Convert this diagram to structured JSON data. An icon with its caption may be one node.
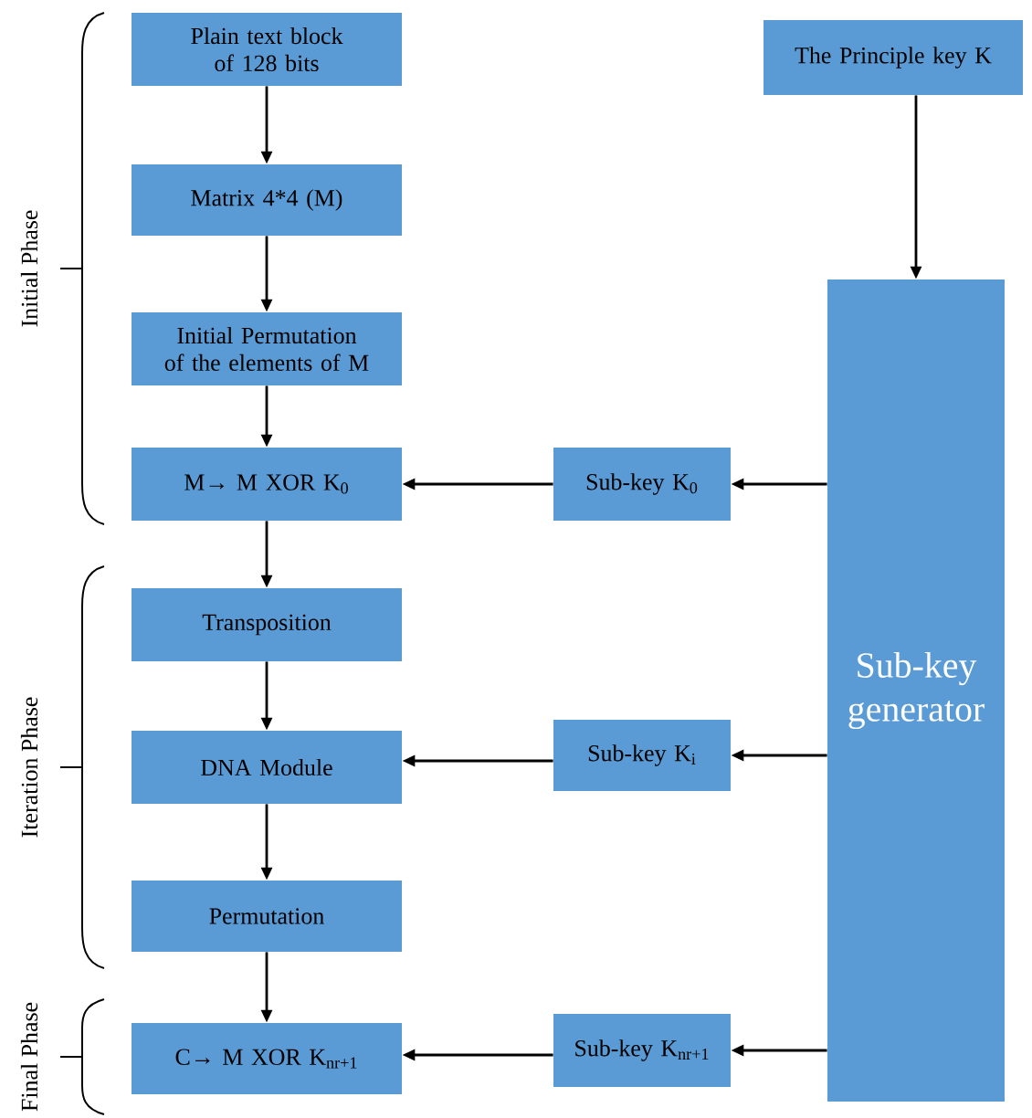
{
  "diagram": {
    "nodes": [
      {
        "text": [
          "Plain text block of 128 bits"
        ]
      },
      {
        "text": [
          "Matrix 4*4 (M)"
        ]
      },
      {
        "text": [
          "Initial Permutation of the elements of M"
        ]
      },
      {
        "text": [
          "M→ M XOR K$_{0}$"
        ]
      },
      {
        "text": [
          "Transposition"
        ]
      },
      {
        "text": [
          "DNA Module"
        ]
      },
      {
        "text": [
          "Permutation"
        ]
      },
      {
        "text": [
          "C→ M XOR K$_{nr+1}$"
        ]
      },
      {
        "text": [
          "The Principle key K"
        ]
      },
      {
        "text": [
          "Sub-key generator"
        ]
      },
      {
        "text": [
          "Sub-key K$_{0}$"
        ]
      },
      {
        "text": [
          "Sub-key K$_{i}$"
        ]
      },
      {
        "text": [
          "Sub-key K$_{nr+1}$"
        ]
      }
    ],
    "edges": [
      {
        "from": 0,
        "to": 1,
        "arrow": "to"
      },
      {
        "from": 1,
        "to": 2,
        "arrow": "to"
      },
      {
        "from": 2,
        "to": 3,
        "arrow": "to"
      },
      {
        "from": 3,
        "to": 4,
        "arrow": "to"
      },
      {
        "from": 4,
        "to": 5,
        "arrow": "to"
      },
      {
        "from": 5,
        "to": 6,
        "arrow": "to"
      },
      {
        "from": 6,
        "to": 7,
        "arrow": "to"
      },
      {
        "from": 8,
        "to": 9,
        "arrow": "to"
      },
      {
        "from": 9,
        "to": 10,
        "arrow": "to"
      },
      {
        "from": 10,
        "to": 3,
        "arrow": "to"
      },
      {
        "from": 9,
        "to": 11,
        "arrow": "to"
      },
      {
        "from": 11,
        "to": 5,
        "arrow": "to"
      },
      {
        "from": 9,
        "to": 12,
        "arrow": "to"
      },
      {
        "from": 12,
        "to": 7,
        "arrow": "to"
      }
    ],
    "labels": [
      "Initial Phase",
      "Iteration Phase",
      "Final Phase"
    ]
  }
}
